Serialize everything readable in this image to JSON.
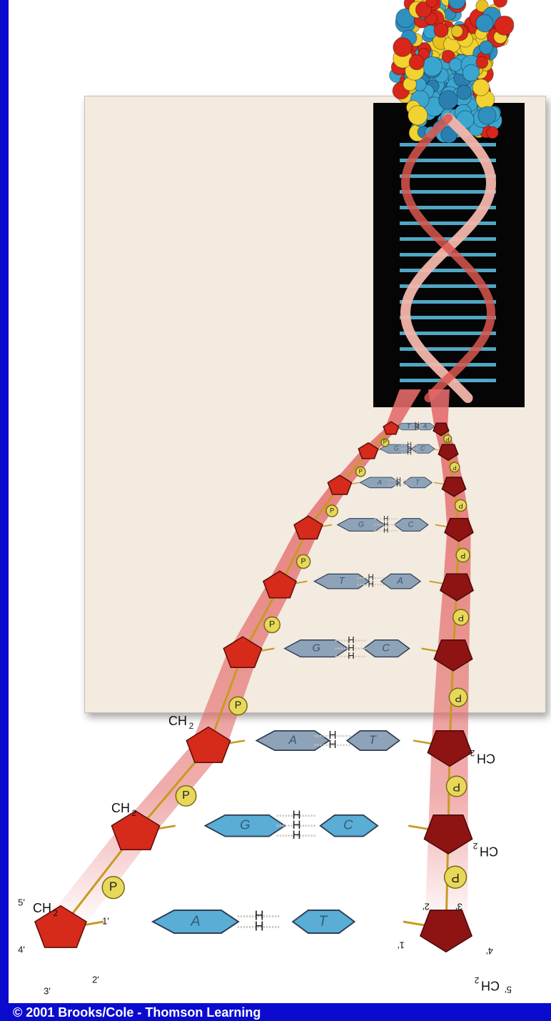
{
  "copyright": "© 2001 Brooks/Cole - Thomson Learning",
  "colors": {
    "frame": "#0b0bd0",
    "panel": "#f3ebe0",
    "sugar_left": "#d62a1a",
    "sugar_right": "#8e1414",
    "phosphate": "#e8d85a",
    "base_near": "#5aaed6",
    "base_far": "#8fa3b8",
    "ribbon": "#e46a6a"
  },
  "base_pairs": [
    {
      "left": "A",
      "right": "T"
    },
    {
      "left": "G",
      "right": "C"
    },
    {
      "left": "A",
      "right": "T"
    },
    {
      "left": "G",
      "right": "C"
    },
    {
      "left": "T",
      "right": "A"
    },
    {
      "left": "G",
      "right": "C"
    },
    {
      "left": "A",
      "right": "T"
    },
    {
      "left": "G",
      "right": "C"
    },
    {
      "left": "T",
      "right": "A"
    }
  ],
  "labels": {
    "phosphate": "P",
    "hydrogen": "H",
    "ch2": "CH",
    "sub2": "2",
    "five_prime": "5'",
    "four_prime": "4'",
    "three_prime": "3'",
    "two_prime": "2'",
    "one_prime": "1'"
  }
}
